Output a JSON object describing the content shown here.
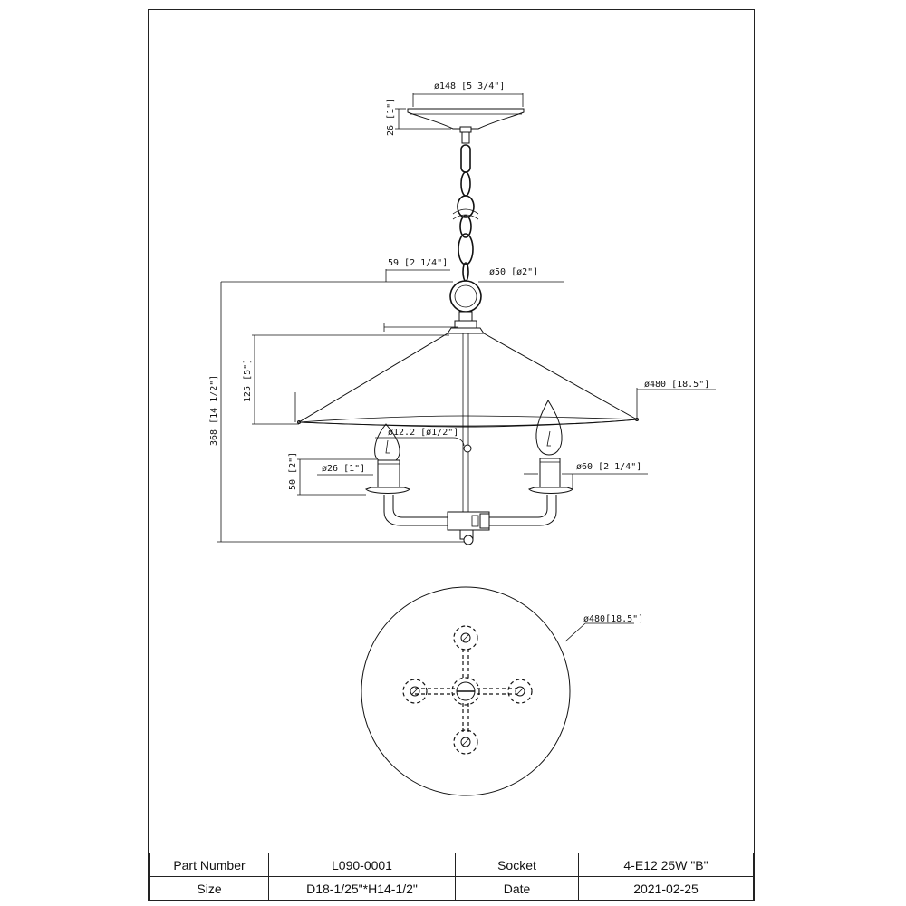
{
  "dimensions": {
    "canopy_diameter": "ø148 [5 3/4\"]",
    "canopy_height": "26 [1\"]",
    "arm_offset": "59 [2 1/4\"]",
    "ring_diameter": "ø50 [ø2\"]",
    "overall_height": "368 [14 1/2\"]",
    "shade_height": "125 [5\"]",
    "shade_diameter": "ø480 [18.5\"]",
    "stem_diameter": "ø12.2 [ø1/2\"]",
    "candle_diameter": "ø26 [1\"]",
    "cup_diameter": "ø60 [2 1/4\"]",
    "candle_height": "50 [2\"]",
    "plan_diameter": "ø480[18.5\"]"
  },
  "title_block": {
    "part_number_label": "Part Number",
    "part_number_value": "L090-0001",
    "socket_label": "Socket",
    "socket_value": "4-E12 25W \"B\"",
    "size_label": "Size",
    "size_value": "D18-1/25\"*H14-1/2\"",
    "date_label": "Date",
    "date_value": "2021-02-25"
  }
}
